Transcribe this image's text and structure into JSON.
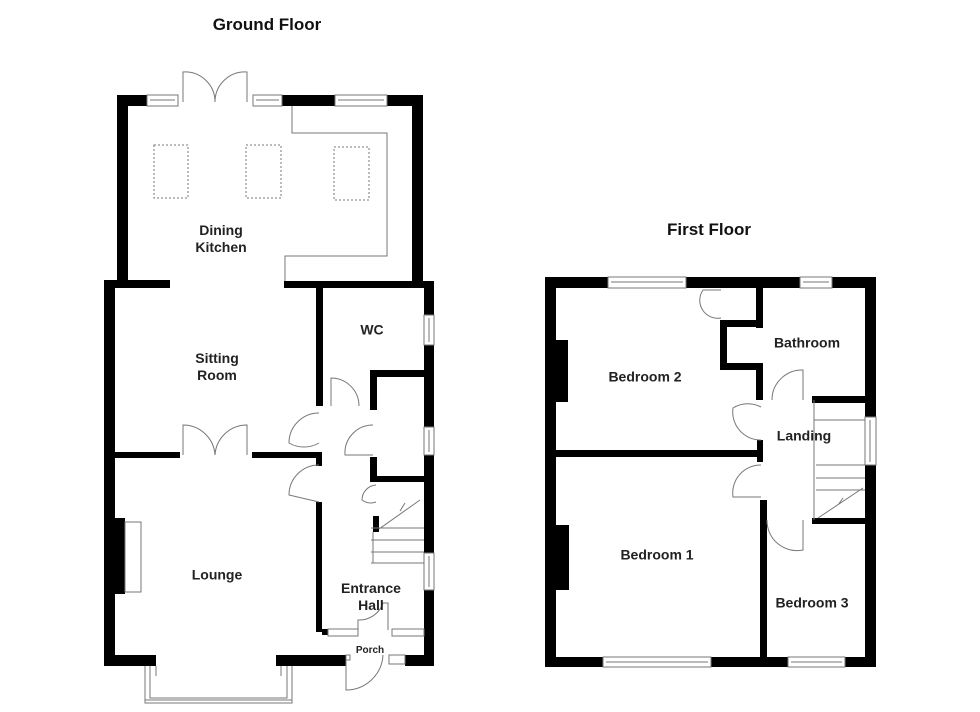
{
  "floors": [
    {
      "title": "Ground Floor",
      "rooms": [
        {
          "label": "Dining\nKitchen"
        },
        {
          "label": "Sitting\nRoom"
        },
        {
          "label": "WC"
        },
        {
          "label": "Lounge"
        },
        {
          "label": "Entrance\nHall"
        },
        {
          "label": "Porch"
        }
      ]
    },
    {
      "title": "First Floor",
      "rooms": [
        {
          "label": "Bedroom 2"
        },
        {
          "label": "Bathroom"
        },
        {
          "label": "Landing"
        },
        {
          "label": "Bedroom 1"
        },
        {
          "label": "Bedroom 3"
        }
      ]
    }
  ],
  "colors": {
    "wall": "#000000",
    "line": "#777777",
    "background": "#ffffff"
  }
}
